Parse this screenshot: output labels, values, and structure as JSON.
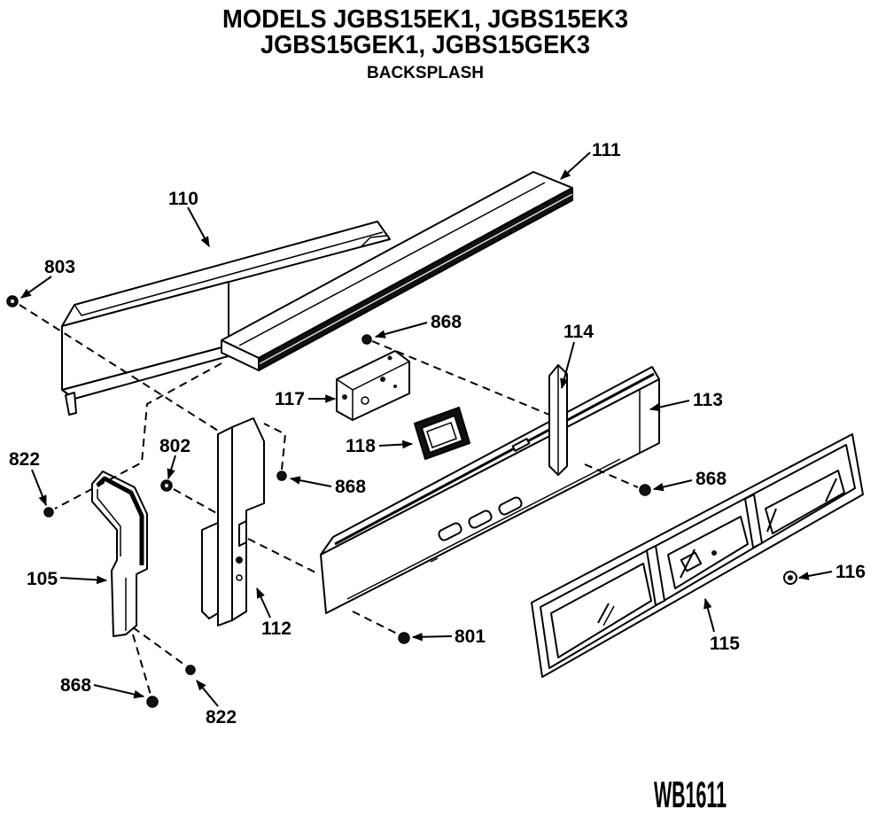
{
  "header": {
    "models_line1": "MODELS JGBS15EK1, JGBS15EK3",
    "models_line2": "JGBS15GEK1, JGBS15GEK3",
    "section_title": "BACKSPLASH"
  },
  "callouts": [
    "111",
    "110",
    "803",
    "868",
    "114",
    "117",
    "113",
    "118",
    "822",
    "802",
    "868",
    "868",
    "105",
    "116",
    "112",
    "801",
    "115",
    "868",
    "822"
  ],
  "reference_code": "WB1611",
  "colors": {
    "ink": "#000000",
    "paper": "#ffffff"
  }
}
